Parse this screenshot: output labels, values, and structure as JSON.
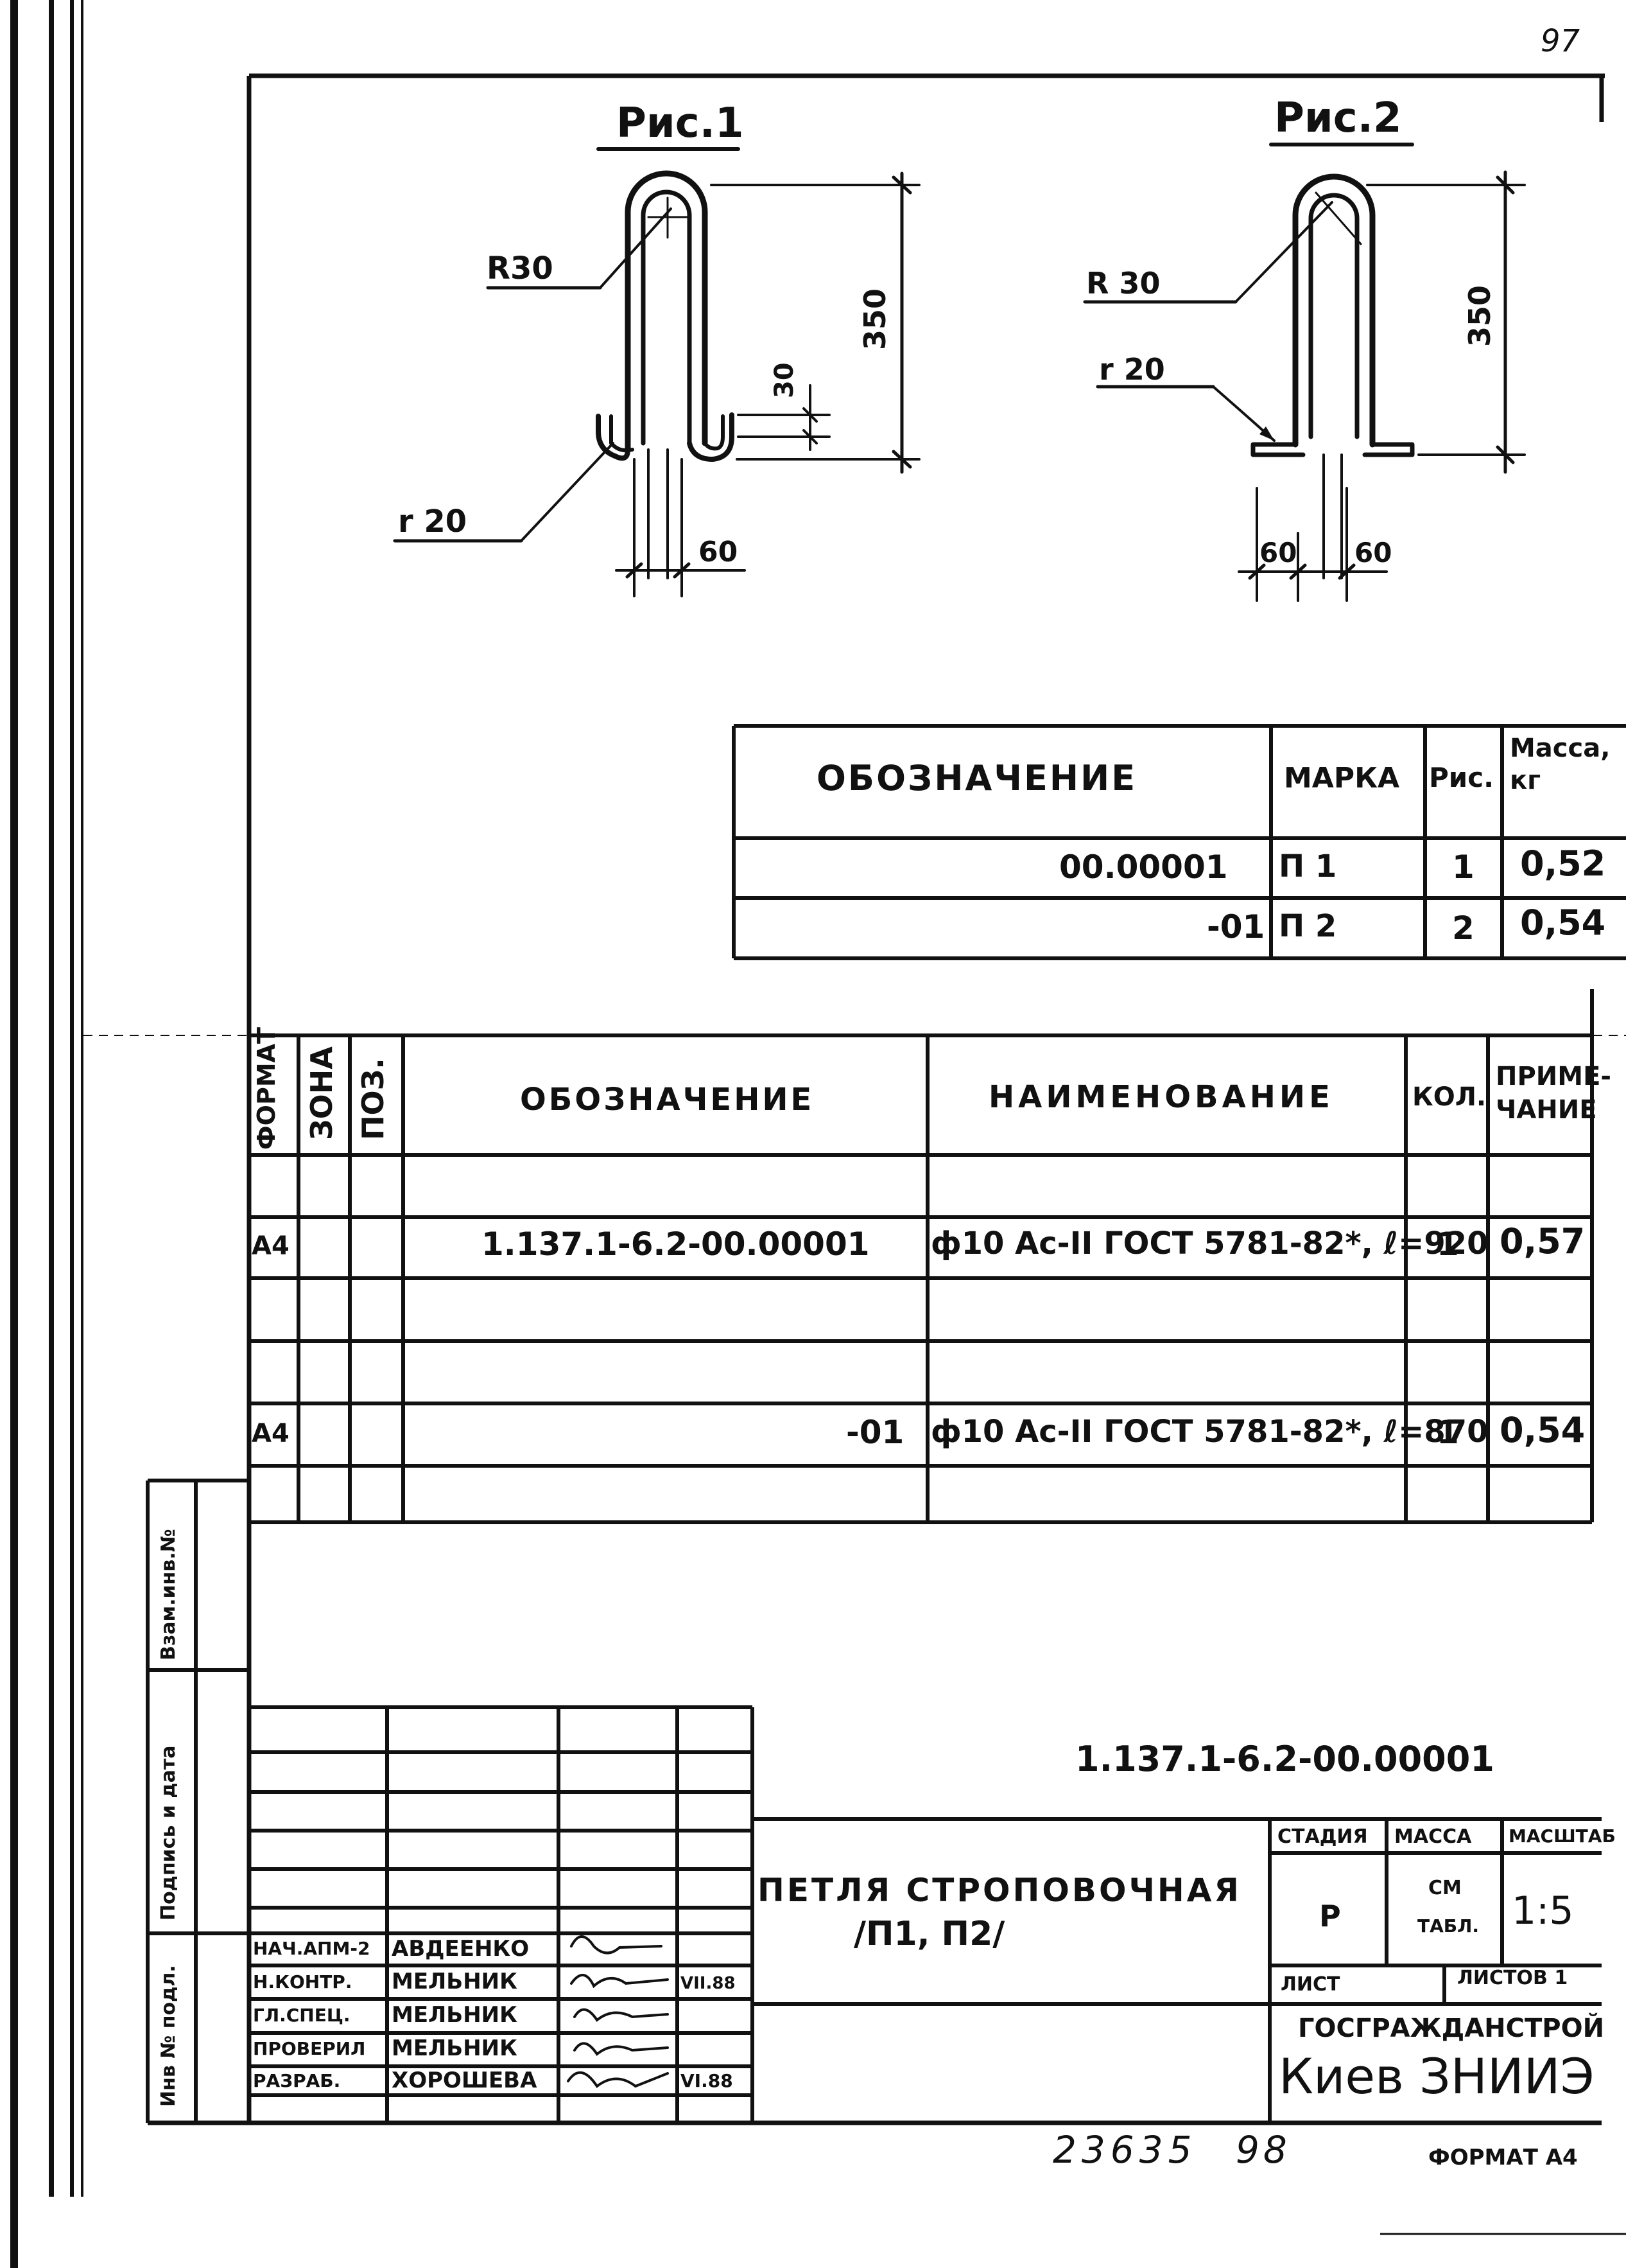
{
  "page_number": "97",
  "figures": {
    "fig1": {
      "title": "Рис.1",
      "radius_outer": "R30",
      "radius_inner": "r 20",
      "height": "350",
      "hook": "30",
      "width": "60"
    },
    "fig2": {
      "title": "Рис.2",
      "radius_outer": "R 30",
      "radius_inner": "r 20",
      "height": "350",
      "width_left": "60",
      "width_right": "60"
    }
  },
  "mark_table": {
    "headers": [
      "Обозначение",
      "Марка",
      "Рис.",
      "Масса, кг"
    ],
    "rows": [
      {
        "designation": "00.00001",
        "mark": "П 1",
        "fig": "1",
        "mass": "0,52"
      },
      {
        "designation": "-01",
        "mark": "П 2",
        "fig": "2",
        "mass": "0,54"
      }
    ]
  },
  "spec_table": {
    "headers": [
      "ФОРМАТ",
      "ЗОНА",
      "ПОЗ.",
      "ОБОЗНАЧЕНИЕ",
      "НАИМЕНОВАНИЕ",
      "КОЛ.",
      "ПРИМЕ-ЧАНИЕ"
    ],
    "rows": [
      {
        "format": "A4",
        "designation": "1.137.1-6.2-00.00001",
        "name": "ф10 Ас-II ГОСТ 5781-82*, ℓ=920",
        "qty": "1",
        "note": "0,57"
      },
      {
        "format": "A4",
        "designation": "-01",
        "name": "ф10 Ас-II ГОСТ 5781-82*, ℓ=870",
        "qty": "1",
        "note": "0,54"
      }
    ]
  },
  "side_stamp": {
    "inv_podl": "Инв № подл.",
    "podpis_data": "Подпись и дата",
    "vzam_inv": "Взам.инв.№"
  },
  "title_block": {
    "document_code": "1.137.1-6.2-00.00001",
    "title_line1": "Петля строповочная",
    "title_line2": "/П1, П2/",
    "stage_label": "Стадия",
    "stage_value": "Р",
    "mass_label": "Масса",
    "mass_value_line1": "см",
    "mass_value_line2": "табл.",
    "scale_label": "Масштаб",
    "scale_value": "1:5",
    "sheet_label": "Лист",
    "sheets_label": "Листов 1",
    "org_line1": "ГОСГРАЖДАНСТРОЙ",
    "org_line2": "Киев ЗНИИЭ",
    "signatures": [
      {
        "role": "Нач.АПМ-2",
        "name": "Авдеенко",
        "date": ""
      },
      {
        "role": "Н.контр.",
        "name": "Мельник",
        "date": "VII.88"
      },
      {
        "role": "Гл.спец.",
        "name": "Мельник",
        "date": ""
      },
      {
        "role": "Проверил",
        "name": "Мельник",
        "date": ""
      },
      {
        "role": "Разраб.",
        "name": "Хорошева",
        "date": "VI.88"
      }
    ]
  },
  "bottom": {
    "inventory": "23635",
    "inventory_sheet": "98",
    "format": "Формат А4"
  }
}
